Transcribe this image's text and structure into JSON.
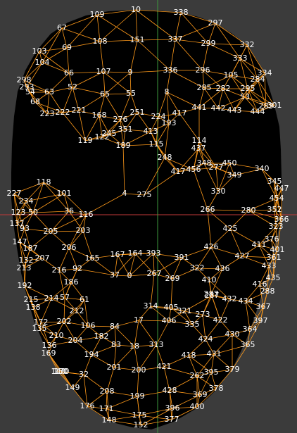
{
  "diagram": {
    "colors": {
      "background": "#3b3b3b",
      "face": "#000000",
      "mesh": "#ff9a1a",
      "axis_x": "#c23a3a",
      "axis_y": "#3e9a3e",
      "labels": "#ffffff"
    },
    "landmarks": [
      "10",
      "109",
      "338",
      "67",
      "297",
      "151",
      "108",
      "337",
      "299",
      "332",
      "103",
      "69",
      "333",
      "104",
      "9",
      "107",
      "336",
      "296",
      "66",
      "105",
      "334",
      "284",
      "298",
      "54",
      "63",
      "52",
      "65",
      "55",
      "8",
      "285",
      "282",
      "295",
      "293",
      "68",
      "53",
      "283",
      "301",
      "251",
      "168",
      "221",
      "222",
      "223",
      "224",
      "417",
      "441",
      "442",
      "443",
      "444",
      "276",
      "193",
      "413",
      "351",
      "189",
      "245",
      "122",
      "119",
      "114",
      "115",
      "248",
      "417",
      "456",
      "437",
      "277",
      "349",
      "348",
      "450",
      "340",
      "345",
      "4",
      "275",
      "366",
      "447",
      "454",
      "323",
      "330",
      "280",
      "352",
      "101",
      "234",
      "227",
      "137",
      "123",
      "50",
      "36",
      "116",
      "118",
      "203",
      "205",
      "206",
      "266",
      "425",
      "411",
      "376",
      "401",
      "361",
      "147",
      "187",
      "93",
      "132",
      "207",
      "213",
      "165",
      "167",
      "164",
      "393",
      "391",
      "322",
      "426",
      "436",
      "427",
      "433",
      "192",
      "215",
      "216",
      "92",
      "186",
      "37",
      "0",
      "267",
      "269",
      "410",
      "287",
      "432",
      "434",
      "416",
      "435",
      "288",
      "367",
      "138",
      "214",
      "57",
      "61",
      "212",
      "202",
      "106",
      "182",
      "194",
      "204",
      "210",
      "169",
      "170",
      "150",
      "149",
      "176",
      "171",
      "148",
      "152",
      "377",
      "396",
      "400",
      "378",
      "379",
      "395",
      "431",
      "364",
      "365",
      "397",
      "430",
      "422",
      "424",
      "418",
      "335",
      "406",
      "313",
      "18",
      "83",
      "201",
      "200",
      "421",
      "262",
      "428",
      "369",
      "199",
      "175",
      "17",
      "84",
      "314",
      "405",
      "321",
      "273",
      "287",
      "135",
      "172",
      "136",
      "140",
      "32",
      "208"
    ]
  }
}
